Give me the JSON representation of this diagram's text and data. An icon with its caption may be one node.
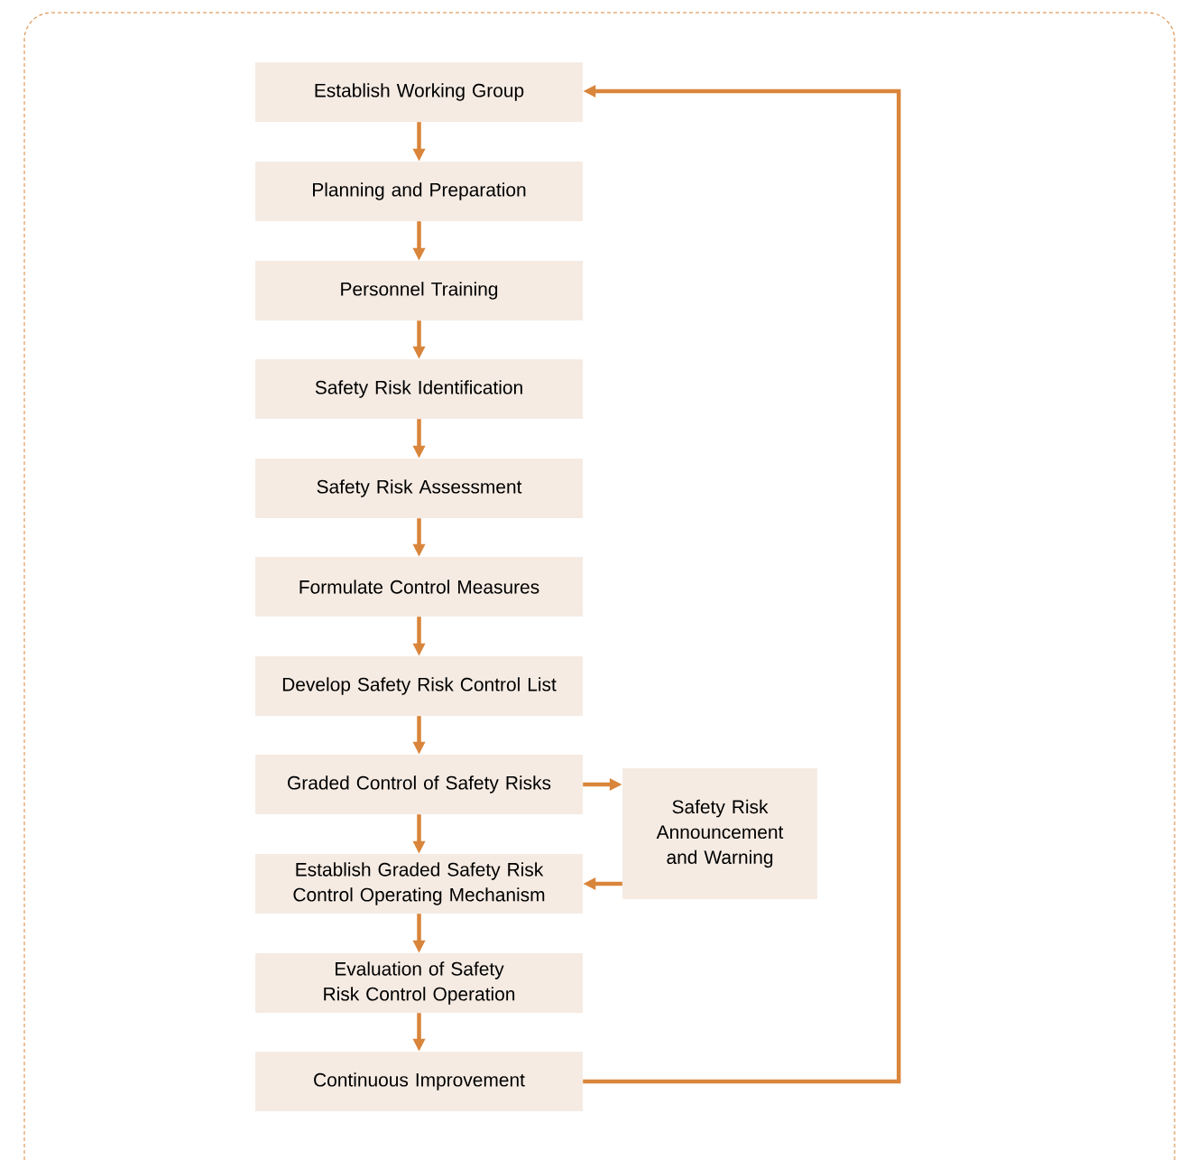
{
  "diagram": {
    "nodes": [
      {
        "text": [
          "Establish Working Group"
        ]
      },
      {
        "text": [
          "Planning and Preparation"
        ]
      },
      {
        "text": [
          "Personnel Training"
        ]
      },
      {
        "text": [
          "Safety Risk Identification"
        ]
      },
      {
        "text": [
          "Safety Risk Assessment"
        ]
      },
      {
        "text": [
          "Formulate Control Measures"
        ]
      },
      {
        "text": [
          "Develop Safety Risk Control List"
        ]
      },
      {
        "text": [
          "Graded Control of Safety Risks"
        ]
      },
      {
        "text": [
          "Establish Graded Safety Risk Control Operating Mechanism"
        ]
      },
      {
        "text": [
          "Evaluation of Safety Risk Control Operation"
        ]
      },
      {
        "text": [
          "Continuous Improvement"
        ]
      },
      {
        "text": [
          "Safety Risk Announcement and Warning"
        ]
      }
    ],
    "edges": [
      {
        "from": 0,
        "to": 1,
        "arrow": "to"
      },
      {
        "from": 1,
        "to": 2,
        "arrow": "to"
      },
      {
        "from": 2,
        "to": 3,
        "arrow": "to"
      },
      {
        "from": 3,
        "to": 4,
        "arrow": "to"
      },
      {
        "from": 4,
        "to": 5,
        "arrow": "to"
      },
      {
        "from": 5,
        "to": 6,
        "arrow": "to"
      },
      {
        "from": 6,
        "to": 7,
        "arrow": "to"
      },
      {
        "from": 7,
        "to": 8,
        "arrow": "to"
      },
      {
        "from": 8,
        "to": 9,
        "arrow": "to"
      },
      {
        "from": 9,
        "to": 10,
        "arrow": "to"
      },
      {
        "from": 7,
        "to": 11,
        "arrow": "to"
      },
      {
        "from": 11,
        "to": 8,
        "arrow": "to"
      },
      {
        "from": 10,
        "to": 0,
        "arrow": "to"
      }
    ]
  }
}
